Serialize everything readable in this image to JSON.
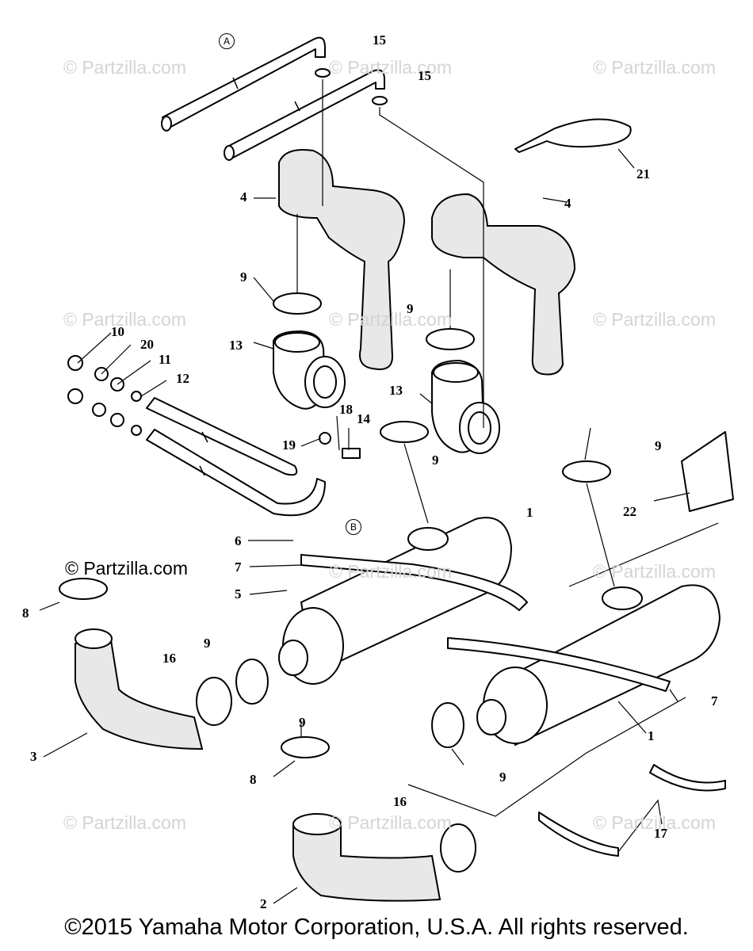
{
  "watermark_text": "© Partzilla.com",
  "copyright": "©2015 Yamaha Motor Corporation, U.S.A. All rights reserved.",
  "reference_letters": [
    "A",
    "B"
  ],
  "callouts": [
    "1",
    "1",
    "2",
    "3",
    "4",
    "4",
    "5",
    "6",
    "7",
    "7",
    "8",
    "8",
    "9",
    "9",
    "9",
    "9",
    "9",
    "9",
    "9",
    "10",
    "11",
    "12",
    "13",
    "13",
    "14",
    "15",
    "15",
    "16",
    "16",
    "17",
    "18",
    "19",
    "20",
    "21",
    "22"
  ]
}
